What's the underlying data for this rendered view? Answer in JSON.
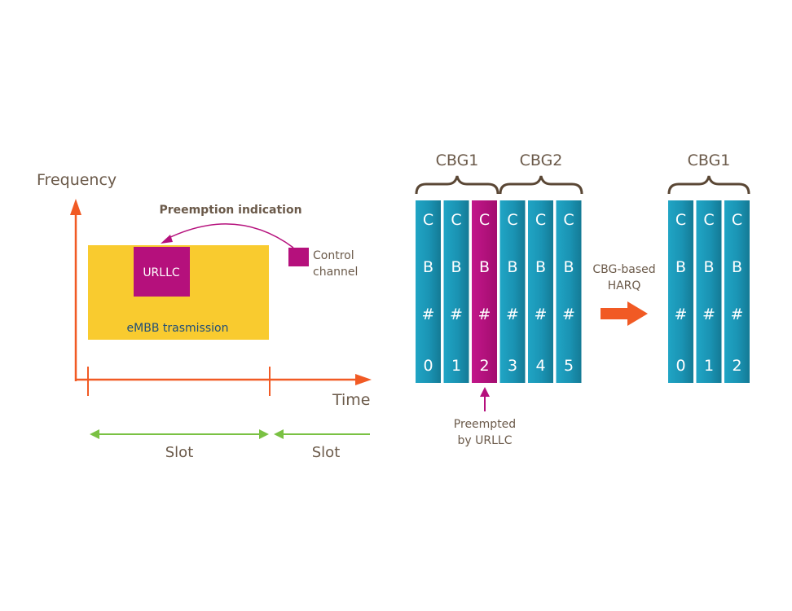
{
  "axes": {
    "frequency_label": "Frequency",
    "time_label": "Time",
    "slot_labels": [
      "Slot",
      "Slot"
    ]
  },
  "labels": {
    "preemption_indication": "Preemption indication",
    "urllc": "URLLC",
    "embb": "eMBB trasmission",
    "control_channel": [
      "Control",
      "channel"
    ],
    "cbg_based_harq": [
      "CBG-based",
      "HARQ"
    ],
    "preempted": [
      "Preempted",
      "by URLLC"
    ]
  },
  "groups": {
    "left": [
      "CBG1",
      "CBG2"
    ],
    "right": [
      "CBG1"
    ]
  },
  "left_blocks": [
    {
      "chars": [
        "C",
        "B",
        "#",
        "0"
      ],
      "preempted": false
    },
    {
      "chars": [
        "C",
        "B",
        "#",
        "1"
      ],
      "preempted": false
    },
    {
      "chars": [
        "C",
        "B",
        "#",
        "2"
      ],
      "preempted": true
    },
    {
      "chars": [
        "C",
        "B",
        "#",
        "3"
      ],
      "preempted": false
    },
    {
      "chars": [
        "C",
        "B",
        "#",
        "4"
      ],
      "preempted": false
    },
    {
      "chars": [
        "C",
        "B",
        "#",
        "5"
      ],
      "preempted": false
    }
  ],
  "right_blocks": [
    {
      "chars": [
        "C",
        "B",
        "#",
        "0"
      ]
    },
    {
      "chars": [
        "C",
        "B",
        "#",
        "1"
      ]
    },
    {
      "chars": [
        "C",
        "B",
        "#",
        "2"
      ]
    }
  ],
  "colors": {
    "axis": "#f15a24",
    "slot_arrow": "#7ac143",
    "embb": "#f9cb2f",
    "urllc": "#b5107c",
    "cb_block": "#1e9ab9",
    "cb_block_dark": "#177a93",
    "text_brown": "#6b5a4a",
    "text_blue": "#1f4e79"
  }
}
